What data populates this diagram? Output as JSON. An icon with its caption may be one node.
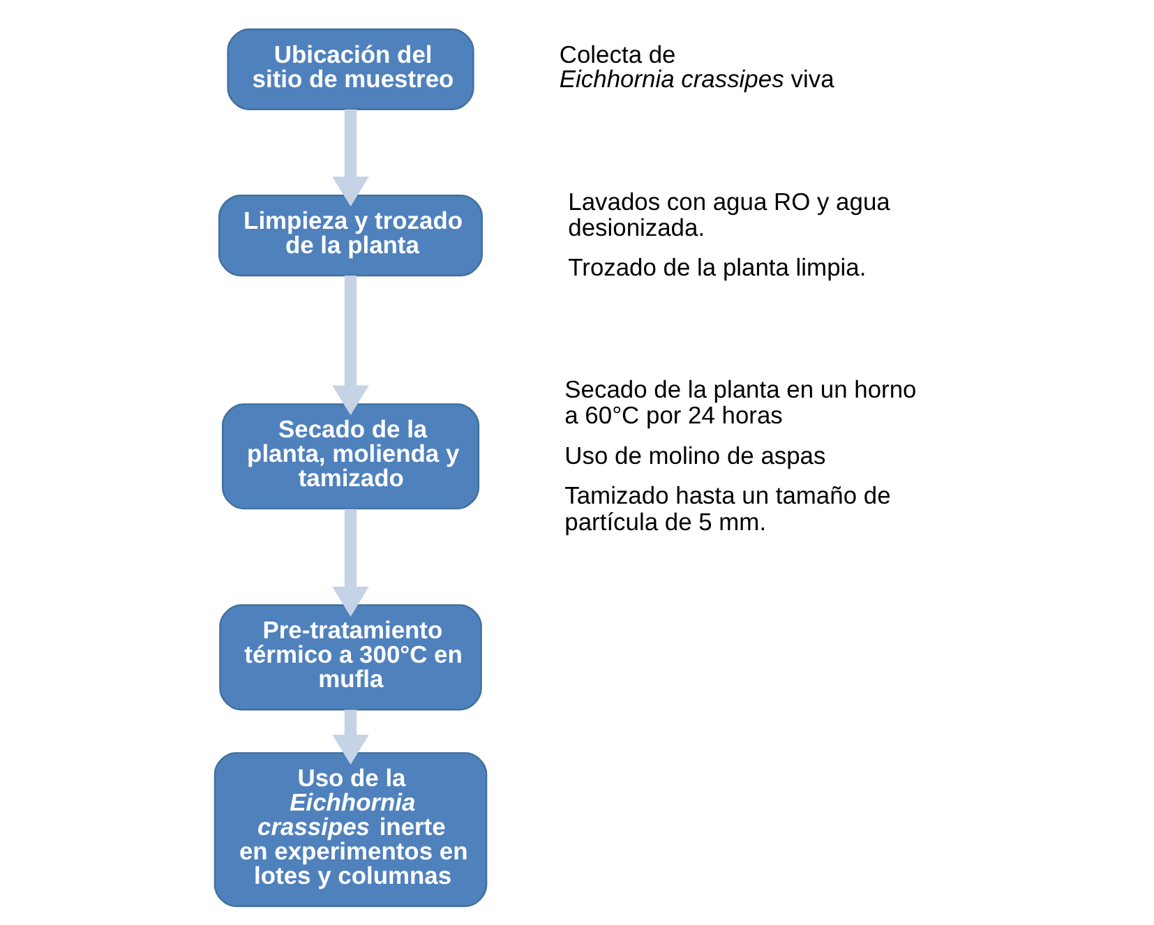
{
  "diagram": {
    "nodes": [
      {
        "text": [
          "Ubicación del sitio de muestreo"
        ],
        "beside": [
          "Colecta de *Eichhornia crassipes* viva"
        ]
      },
      {
        "text": [
          "Limpieza y trozado de la planta"
        ],
        "beside": [
          "Lavados con agua RO y agua desionizada.",
          "Trozado de la planta limpia."
        ]
      },
      {
        "text": [
          "Secado de la planta, molienda y tamizado"
        ],
        "beside": [
          "Secado de la planta en un horno a 60°C por 24 horas",
          "Uso de molino de aspas",
          "Tamizado hasta un tamaño de partícula de 5 mm."
        ]
      },
      {
        "text": [
          "Pre-tratamiento térmico a 300°C en mufla"
        ]
      },
      {
        "text": [
          "Uso de la *Eichhornia crassipes* inerte en experimentos en lotes y columnas"
        ]
      }
    ],
    "edges": [
      {
        "from": 0,
        "to": 1,
        "arrow": "to"
      },
      {
        "from": 1,
        "to": 2,
        "arrow": "to"
      },
      {
        "from": 2,
        "to": 3,
        "arrow": "to"
      },
      {
        "from": 3,
        "to": 4,
        "arrow": "to"
      }
    ]
  }
}
